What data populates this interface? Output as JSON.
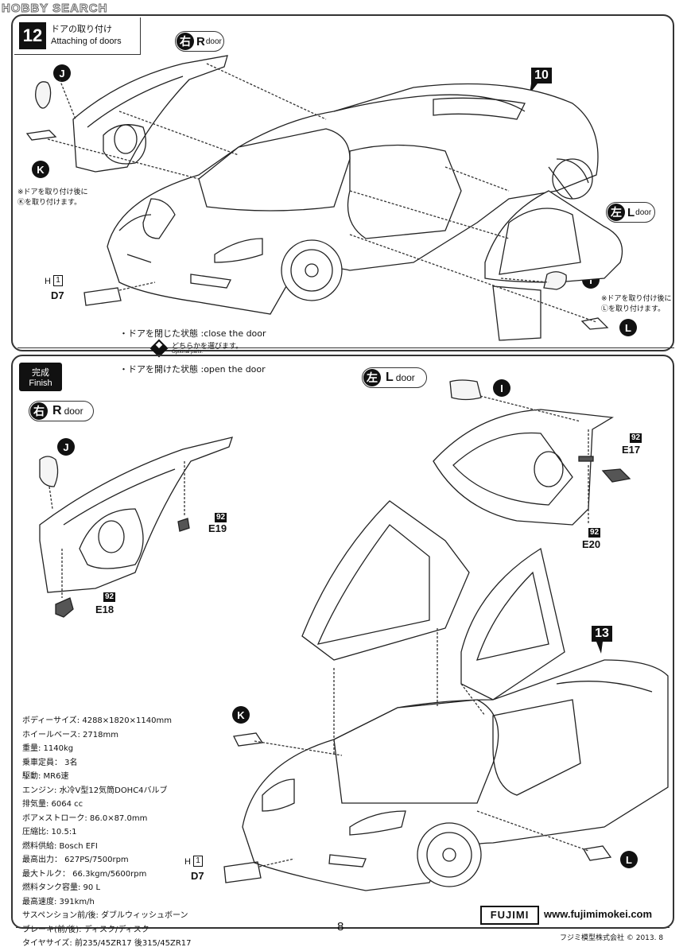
{
  "watermark": "HOBBY SEARCH",
  "step": {
    "number": "12",
    "title_jp": "ドアの取り付け",
    "title_en": "Attaching of doors"
  },
  "top": {
    "right_door": {
      "kanji": "右",
      "letter": "R",
      "word": "door"
    },
    "left_door": {
      "kanji": "左",
      "letter": "L",
      "word": "door"
    },
    "ref_number": "10",
    "note_k": "※ドアを取り付け後に\nⓀを取り付けます。",
    "note_l": "※ドアを取り付け後に\nⓁを取り付けます。",
    "labels": {
      "J": "J",
      "K": "K",
      "I": "I",
      "L": "L"
    },
    "h_label": "H",
    "h_num": "1",
    "d7": "D7"
  },
  "options": {
    "close": "・ドアを閉じた状態 :close the door",
    "choose_jp": "どちらかを選びます。",
    "choose_en": "Optional parts.",
    "open": "・ドアを開けた状態 :open the door"
  },
  "finish": {
    "title_jp": "完成",
    "title_en": "Finish",
    "right_door": {
      "kanji": "右",
      "letter": "R",
      "word": "door"
    },
    "left_door": {
      "kanji": "左",
      "letter": "L",
      "word": "door"
    },
    "labels": {
      "J": "J",
      "I": "I",
      "K": "K",
      "L": "L"
    },
    "parts": [
      {
        "tag": "92",
        "name": "E19"
      },
      {
        "tag": "92",
        "name": "E18"
      },
      {
        "tag": "92",
        "name": "E17"
      },
      {
        "tag": "92",
        "name": "E20"
      }
    ],
    "ref_number": "13",
    "h_label": "H",
    "h_num": "1",
    "d7": "D7"
  },
  "specs": [
    "ボディーサイズ: 4288×1820×1140mm",
    "ホイールベース: 2718mm",
    "重量: 1140kg",
    "乗車定員： 3名",
    "駆動: MR6速",
    "エンジン: 水冷V型12気筒DOHC4バルブ",
    "排気量: 6064 cc",
    "ボア×ストローク: 86.0×87.0mm",
    "圧縮比: 10.5:1",
    "燃料供給: Bosch EFI",
    "最高出力： 627PS/7500rpm",
    "最大トルク： 66.3kgm/5600rpm",
    "燃料タンク容量: 90 L",
    "最高速度: 391km/h",
    "サスペンション前/後: ダブルウィッシュボーン",
    "ブレーキ(前/後): ディスク/ディスク",
    "タイヤサイズ: 前235/45ZR17 後315/45ZR17"
  ],
  "brand": "FUJIMI",
  "website": "www.fujimimokei.com",
  "page_number": "8",
  "copyright": "フジミ模型株式会社 © 2013. 8"
}
